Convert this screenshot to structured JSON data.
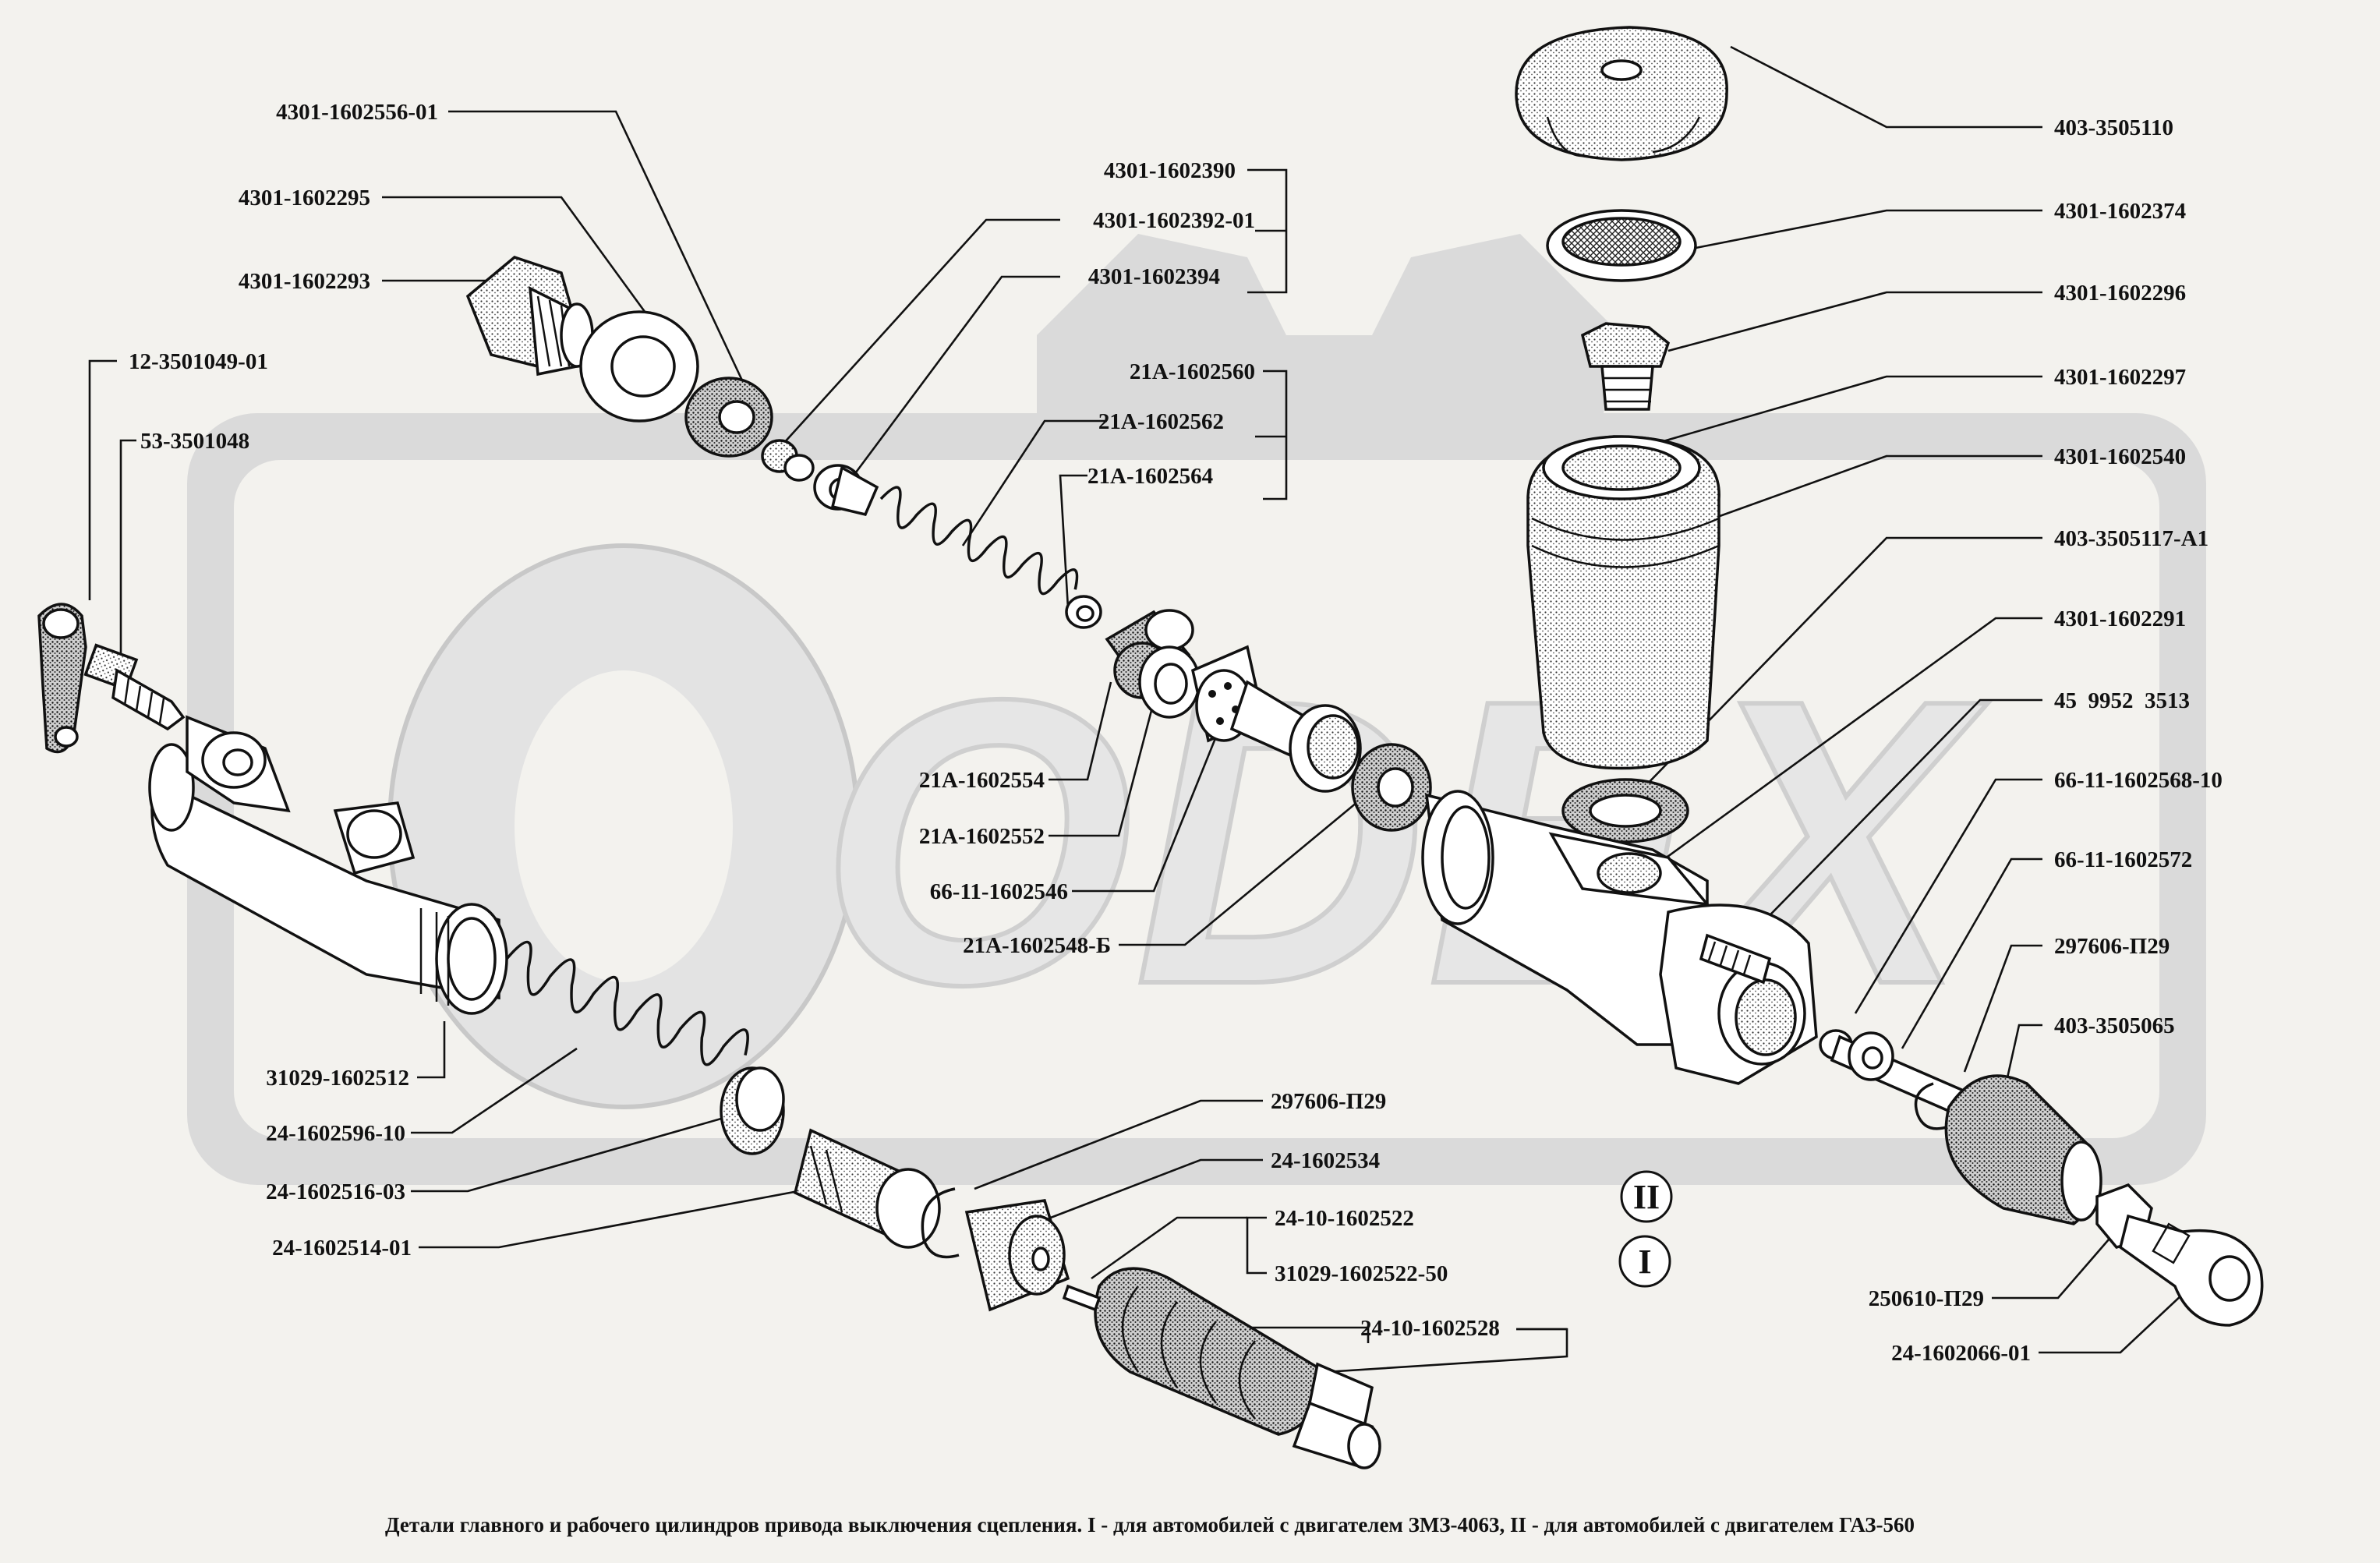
{
  "watermark": {
    "text": "ODEX",
    "color": "#d9d9d9"
  },
  "labels": {
    "l_4301_1602556_01": "4301-1602556-01",
    "l_4301_1602295": "4301-1602295",
    "l_4301_1602293": "4301-1602293",
    "l_12_3501049_01": "12-3501049-01",
    "l_53_3501048": "53-3501048",
    "l_4301_1602390": "4301-1602390",
    "l_4301_1602392_01": "4301-1602392-01",
    "l_4301_1602394": "4301-1602394",
    "l_21A_1602560": "21А-1602560",
    "l_21A_1602562": "21А-1602562",
    "l_21A_1602564": "21А-1602564",
    "l_21A_1602554": "21А-1602554",
    "l_21A_1602552": "21А-1602552",
    "l_66_11_1602546": "66-11-1602546",
    "l_21A_1602548_B": "21А-1602548-Б",
    "l_31029_1602512": "31029-1602512",
    "l_24_1602596_10": "24-1602596-10",
    "l_24_1602516_03": "24-1602516-03",
    "l_24_1602514_01": "24-1602514-01",
    "l_297606_P29_a": "297606-П29",
    "l_24_1602534": "24-1602534",
    "l_24_10_1602522": "24-10-1602522",
    "l_31029_1602522_50": "31029-1602522-50",
    "l_24_10_1602528": "24-10-1602528",
    "l_403_3505110": "403-3505110",
    "l_4301_1602374": "4301-1602374",
    "l_4301_1602296": "4301-1602296",
    "l_4301_1602297": "4301-1602297",
    "l_4301_1602540": "4301-1602540",
    "l_403_3505117_A1": "403-3505117-А1",
    "l_4301_1602291": "4301-1602291",
    "l_45_9952_3513": "45  9952  3513",
    "l_66_11_1602568_10": "66-11-1602568-10",
    "l_66_11_1602572": "66-11-1602572",
    "l_297606_P29_b": "297606-П29",
    "l_403_3505065": "403-3505065",
    "l_250610_P29": "250610-П29",
    "l_24_1602066_01": "24-1602066-01"
  },
  "markers": {
    "roman_two": "II",
    "roman_one": "I"
  },
  "caption": "Детали главного и рабочего цилиндров привода выключения сцепления. I - для автомобилей с двигателем ЗМЗ-4063, II - для автомобилей с двигателем ГАЗ-560"
}
